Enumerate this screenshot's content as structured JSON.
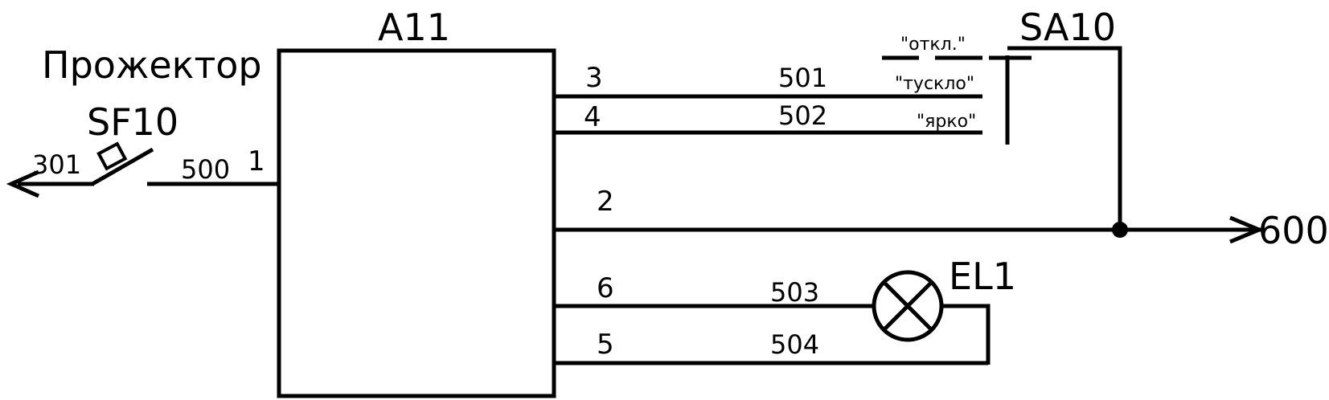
{
  "diagram": {
    "block": {
      "label": "A11"
    },
    "switch": {
      "label": "SA10"
    },
    "lamp": {
      "label": "EL1"
    },
    "push_button": {
      "label": "SF10",
      "title": "Прожектор"
    },
    "terminals": {
      "out_left": "301",
      "out_right": "600"
    },
    "wires": {
      "w500": "500",
      "w501": "501",
      "w502": "502",
      "w503": "503",
      "w504": "504"
    },
    "pins": {
      "p1": "1",
      "p2": "2",
      "p3": "3",
      "p4": "4",
      "p5": "5",
      "p6": "6"
    },
    "switch_positions": {
      "off": "\"откл.\"",
      "dim": "\"тускло\"",
      "bright": "\"ярко\""
    }
  }
}
